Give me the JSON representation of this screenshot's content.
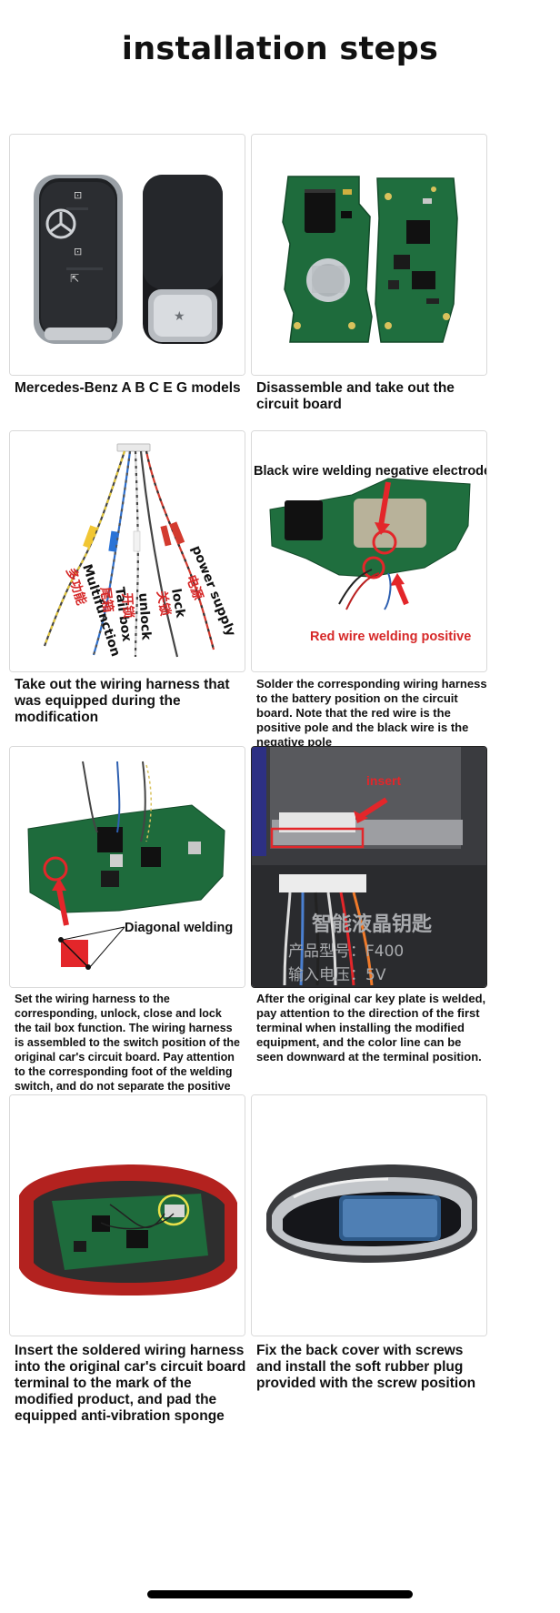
{
  "page": {
    "title": "installation steps"
  },
  "steps": [
    {
      "caption": "Mercedes-Benz A B C E G models"
    },
    {
      "caption": "Disassemble and take out the circuit board"
    },
    {
      "caption": "Take out the wiring harness that was equipped during the modification",
      "labels": {
        "multifunction_cn": "多功能",
        "multifunction": "Multifunction",
        "tailbox_cn": "尾箱",
        "tailbox": "Tail box",
        "unlock_cn": "开锁",
        "unlock": "unlock",
        "lock_cn": "关锁",
        "lock": "lock",
        "power_cn": "电源",
        "power": "power supply"
      }
    },
    {
      "caption": "Solder the corresponding wiring harness to the battery position on the circuit board. Note that the red wire is the positive pole and the black wire is the negative pole",
      "labels": {
        "top": "Black wire welding negative electrode",
        "bottom": "Red wire welding positive"
      }
    },
    {
      "caption": "Set the wiring harness to the corresponding, unlock, close and lock the tail box function. The wiring harness is assembled to the switch position of the original car's circuit board. Pay attention to the corresponding foot of the welding switch, and do not separate the positive and negative poles.",
      "labels": {
        "diag": "Diagonal welding"
      }
    },
    {
      "caption": "After the original car key plate is welded, pay attention to the direction of the first terminal when installing the modified equipment, and the color line can be seen downward at the terminal position.",
      "labels": {
        "insert": "insert",
        "plate_line1": "智能液晶钥匙",
        "plate_line2": "产品型号：F400",
        "plate_line3": "输入电压：5V"
      }
    },
    {
      "caption": "Insert the soldered wiring harness into the original car's circuit board terminal to the mark of the modified product, and pad the equipped anti-vibration sponge"
    },
    {
      "caption": "Fix the back cover with screws and install the soft rubber plug provided with the screw position"
    }
  ],
  "colors": {
    "accent_red": "#e3262a",
    "pcb_green": "#1e6b3c",
    "label_red": "#d62828"
  }
}
